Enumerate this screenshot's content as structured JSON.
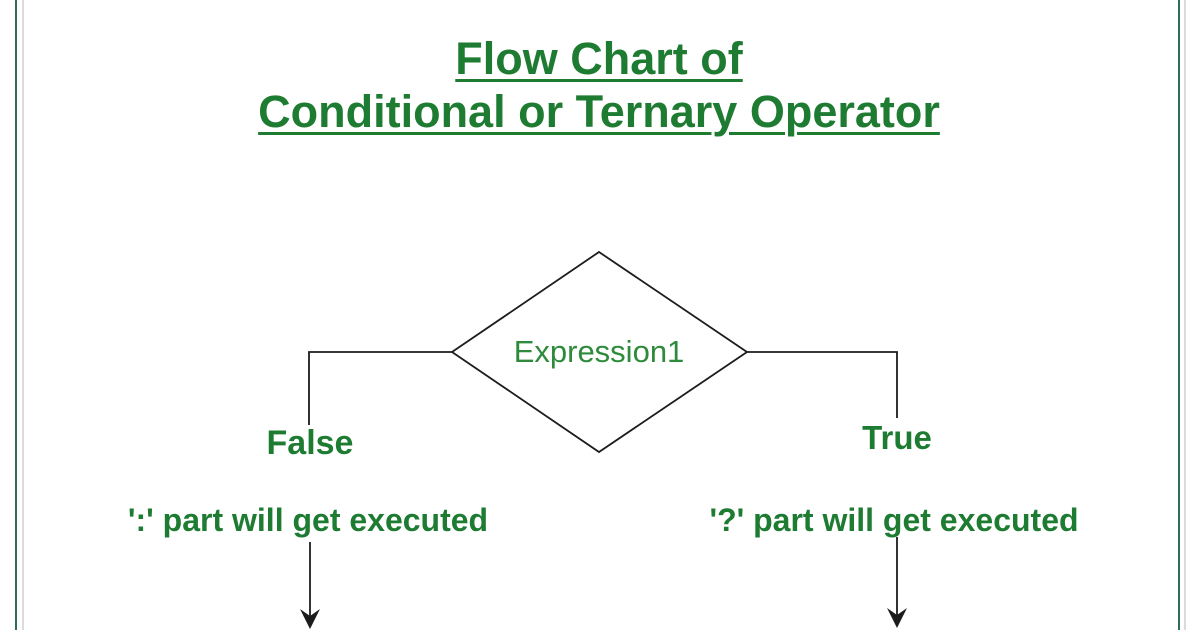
{
  "title": {
    "line1": "Flow Chart of",
    "line2": "Conditional or Ternary Operator"
  },
  "flowchart": {
    "condition": "Expression1",
    "false_branch": {
      "label": "False",
      "description": "':' part will get executed"
    },
    "true_branch": {
      "label": "True",
      "description": "'?' part will get executed"
    }
  },
  "colors": {
    "title_green": "#1e7b32",
    "node_green": "#2e8b3c",
    "border_green": "#2e6e52",
    "shadow_gray": "#d9ddd9",
    "line_black": "#1c1c1c"
  }
}
